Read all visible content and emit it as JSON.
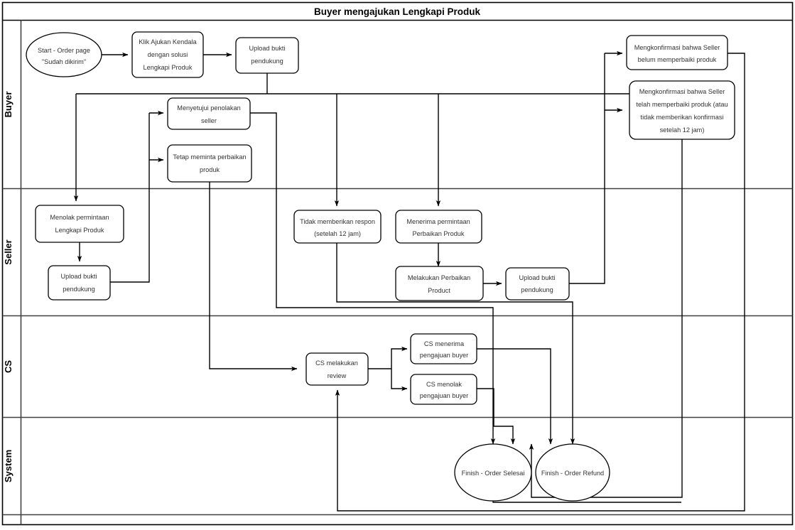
{
  "diagram": {
    "title": "Buyer mengajukan Lengkapi Produk",
    "type": "swimlane-flowchart",
    "lanes": [
      {
        "id": "buyer",
        "label": "Buyer"
      },
      {
        "id": "seller",
        "label": "Seller"
      },
      {
        "id": "cs",
        "label": "CS"
      },
      {
        "id": "system",
        "label": "System"
      }
    ],
    "nodes": [
      {
        "id": "start",
        "lane": "buyer",
        "shape": "ellipse",
        "lines": [
          "Start - Order page",
          "\"Sudah dikirim\""
        ]
      },
      {
        "id": "klik_ajukan",
        "lane": "buyer",
        "shape": "rounded",
        "lines": [
          "Klik Ajukan Kendala",
          "dengan solusi",
          "Lengkapi Produk"
        ]
      },
      {
        "id": "upload_buyer",
        "lane": "buyer",
        "shape": "rounded",
        "lines": [
          "Upload bukti",
          "pendukung"
        ]
      },
      {
        "id": "setuju_tolak",
        "lane": "buyer",
        "shape": "rounded",
        "lines": [
          "Menyetujui penolakan",
          "seller"
        ]
      },
      {
        "id": "tetap_minta",
        "lane": "buyer",
        "shape": "rounded",
        "lines": [
          "Tetap meminta perbaikan",
          "produk"
        ]
      },
      {
        "id": "konf_belum",
        "lane": "buyer",
        "shape": "rounded",
        "lines": [
          "Mengkonfirmasi bahwa Seller",
          "belum memperbaiki produk"
        ]
      },
      {
        "id": "konf_telah",
        "lane": "buyer",
        "shape": "rounded",
        "lines": [
          "Mengkonfirmasi bahwa Seller",
          "telah memperbaiki produk (atau",
          "tidak memberikan konfirmasi",
          "setelah 12 jam)"
        ]
      },
      {
        "id": "menolak_req",
        "lane": "seller",
        "shape": "rounded",
        "lines": [
          "Menolak permintaan",
          "Lengkapi Produk"
        ]
      },
      {
        "id": "upload_seller",
        "lane": "seller",
        "shape": "rounded",
        "lines": [
          "Upload bukti",
          "pendukung"
        ]
      },
      {
        "id": "tidak_respon",
        "lane": "seller",
        "shape": "rounded",
        "lines": [
          "Tidak memberikan respon",
          "(setelah 12 jam)"
        ]
      },
      {
        "id": "terima_req",
        "lane": "seller",
        "shape": "rounded",
        "lines": [
          "Menerima permintaan",
          "Perbaikan Produk"
        ]
      },
      {
        "id": "melakukan_perb",
        "lane": "seller",
        "shape": "rounded",
        "lines": [
          "Melakukan Perbaikan",
          "Product"
        ]
      },
      {
        "id": "upload_perb",
        "lane": "seller",
        "shape": "rounded",
        "lines": [
          "Upload bukti",
          "pendukung"
        ]
      },
      {
        "id": "cs_review",
        "lane": "cs",
        "shape": "rounded",
        "lines": [
          "CS melakukan",
          "review"
        ]
      },
      {
        "id": "cs_terima",
        "lane": "cs",
        "shape": "rounded",
        "lines": [
          "CS menerima",
          "pengajuan buyer"
        ]
      },
      {
        "id": "cs_menolak",
        "lane": "cs",
        "shape": "rounded",
        "lines": [
          "CS menolak",
          "pengajuan buyer"
        ]
      },
      {
        "id": "finish_selesai",
        "lane": "system",
        "shape": "ellipse",
        "lines": [
          "Finish - Order Selesai"
        ]
      },
      {
        "id": "finish_refund",
        "lane": "system",
        "shape": "ellipse",
        "lines": [
          "Finish - Order Refund"
        ]
      }
    ],
    "colors": {
      "stroke": "#000000",
      "lane_divider": "#404040",
      "background": "#ffffff",
      "node_text": "#333333"
    }
  }
}
